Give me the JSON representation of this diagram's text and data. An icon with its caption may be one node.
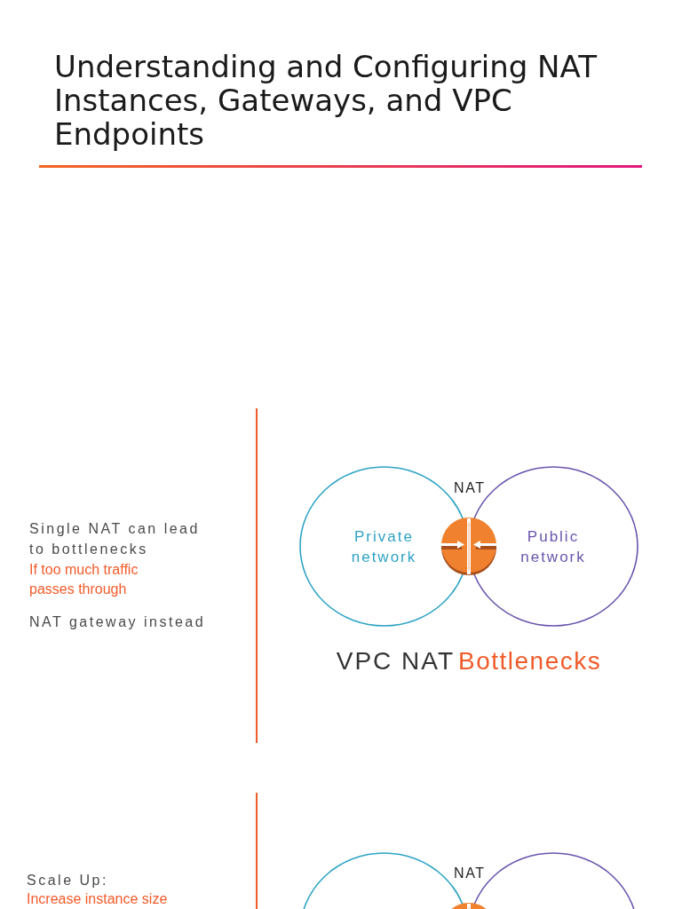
{
  "diagram": {
    "title": "Understanding and Configuring NAT Instances, Gateways, and VPC Endpoints",
    "nodes": [
      {
        "text": [
          "Private network"
        ]
      },
      {
        "text": [
          "NAT"
        ]
      },
      {
        "text": [
          "Public network"
        ]
      },
      {
        "text": [],
        "shape": "circle"
      },
      {
        "text": [
          "NAT"
        ]
      },
      {
        "text": [],
        "shape": "circle"
      }
    ],
    "labels": [
      "Single NAT can lead to bottlenecks",
      "If too much traffic passes through",
      "NAT gateway instead",
      "VPC NAT",
      "Bottlenecks",
      "Scale Up:",
      "Increase instance size"
    ]
  }
}
